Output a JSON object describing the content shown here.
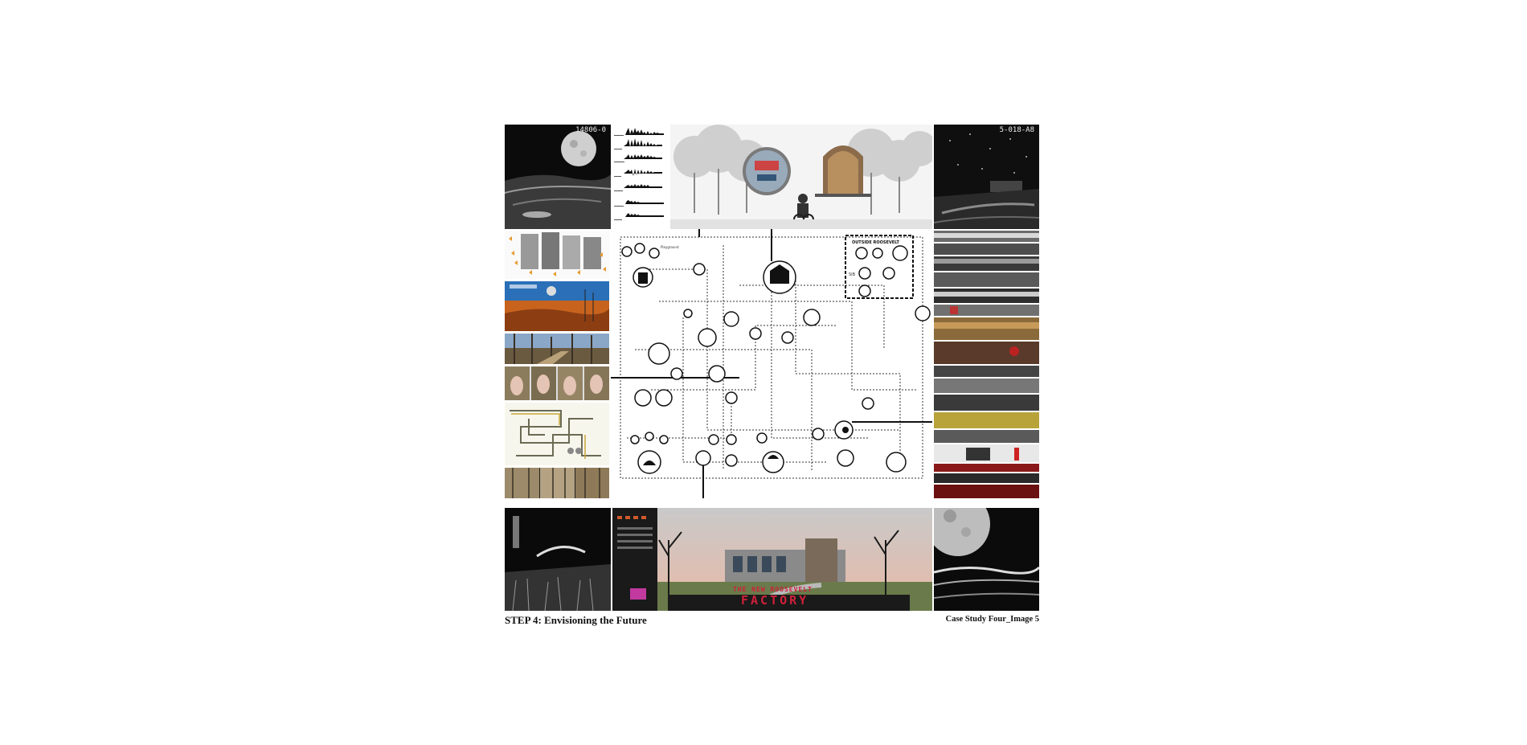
{
  "board": {
    "step_title": "STEP 4:  Envisioning the Future",
    "case_label": "Case Study Four_Image 5"
  },
  "tiles": {
    "top_left_stamp": "14806-0",
    "top_right_stamp": "5-018-A8",
    "factory_banner_line1": "THE NEW ROOSEVELT",
    "factory_banner_line2": "FACTORY"
  },
  "diagram": {
    "box_label": "OUTSIDE ROOSEVELT",
    "node_label_a": "Playground",
    "node_label_b": "SIB"
  },
  "colors": {
    "banner_red": "#d0203a",
    "ink": "#111111",
    "sky_pink": "#e8b9a6"
  }
}
